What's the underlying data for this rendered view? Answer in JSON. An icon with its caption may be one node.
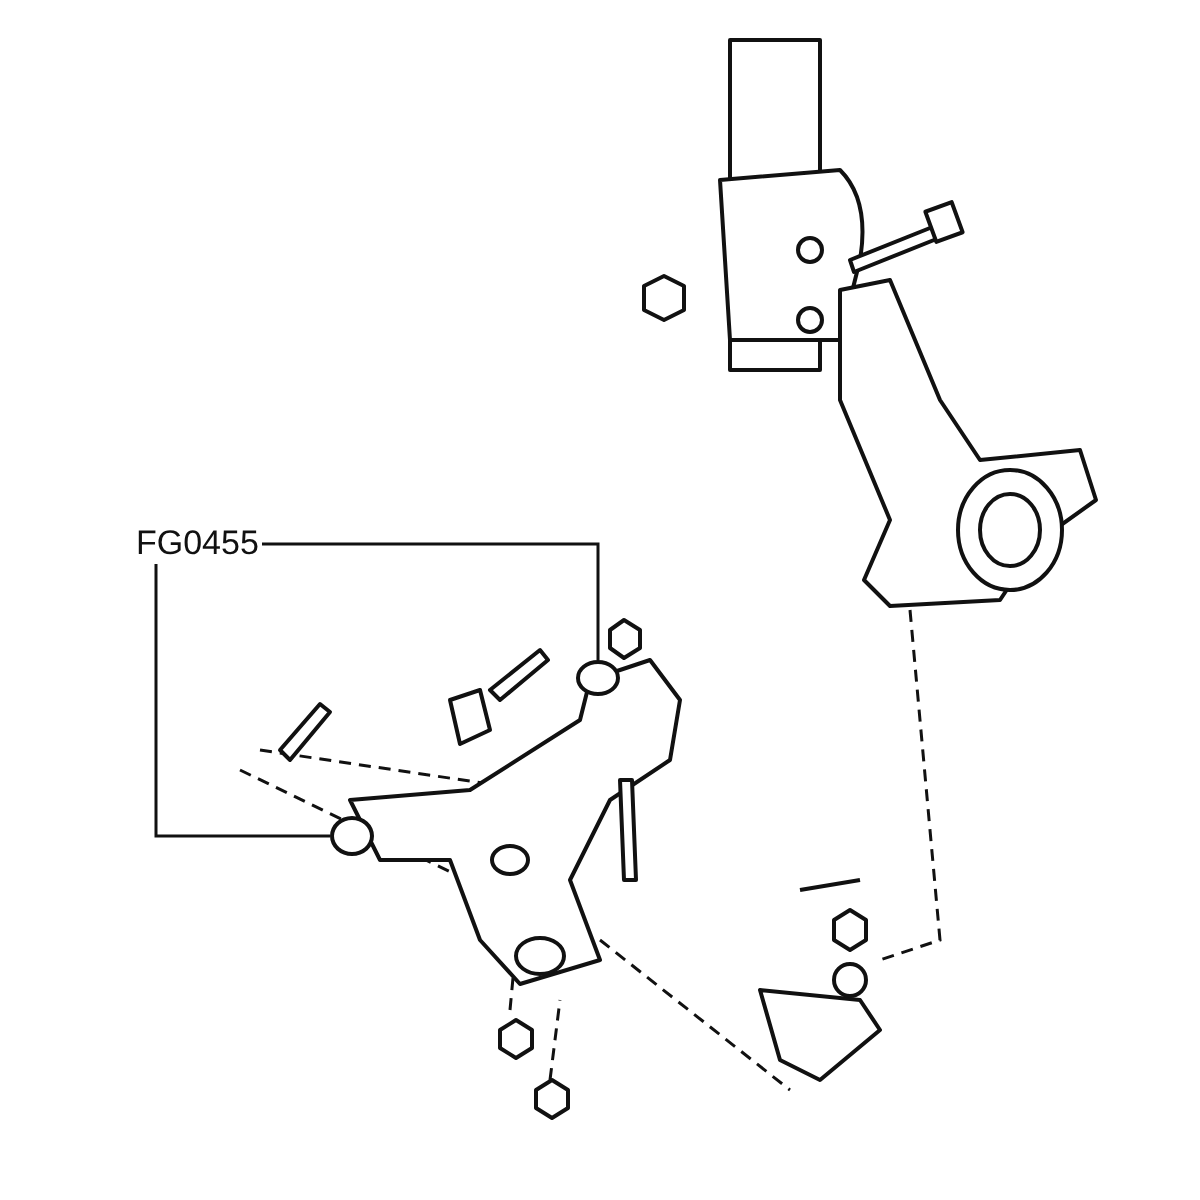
{
  "diagram": {
    "nodes": [
      {
        "text": [
          "FG0455"
        ]
      },
      {
        "text": [],
        "shape": "circle"
      },
      {
        "text": [],
        "shape": "circle"
      }
    ],
    "edges": [
      {
        "from": 0,
        "to": 1,
        "arrow": "none"
      },
      {
        "from": 0,
        "to": 2,
        "arrow": "none"
      }
    ]
  }
}
